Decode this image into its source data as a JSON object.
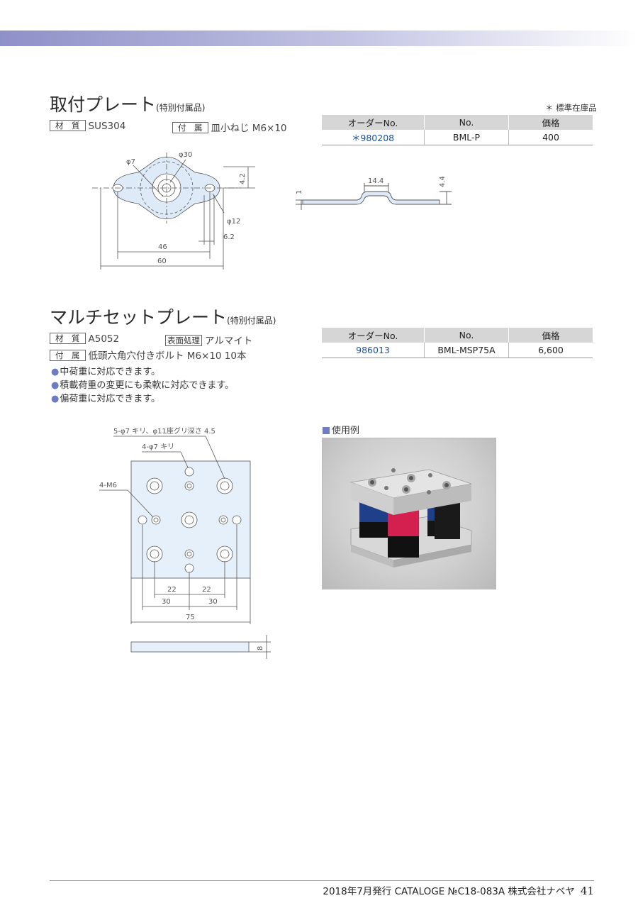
{
  "section1": {
    "title": "取付プレート",
    "title_note": "(特別付属品)",
    "material_label": "材　質",
    "material": "SUS304",
    "accessory_label": "付　属",
    "accessory": "皿小ねじ M6×10",
    "stock_note": "＊ 標準在庫品",
    "table": {
      "headers": [
        "オーダーNo.",
        "No.",
        "価格"
      ],
      "row": {
        "order": "＊980208",
        "no": "BML-P",
        "price": "400"
      }
    },
    "dims": {
      "d7": "φ7",
      "d30": "φ30",
      "d12": "φ12",
      "h42": "4.2",
      "w62": "6.2",
      "w46": "46",
      "w60": "60",
      "w144": "14.4",
      "h44": "4.4",
      "h1": "1"
    }
  },
  "section2": {
    "title": "マルチセットプレート",
    "title_note": "(特別付属品)",
    "material_label": "材　質",
    "material": "A5052",
    "finish_label": "表面処理",
    "finish": "アルマイト",
    "accessory_label": "付　属",
    "accessory": "低頭六角穴付きボルト M6×10 10本",
    "bullets": [
      "中荷重に対応できます。",
      "積載荷重の変更にも柔軟に対応できます。",
      "偏荷重に対応できます。"
    ],
    "table": {
      "headers": [
        "オーダーNo.",
        "No.",
        "価格"
      ],
      "row": {
        "order": "986013",
        "no": "BML-MSP75A",
        "price": "6,600"
      }
    },
    "dims": {
      "holes5": "5-φ7 キリ、φ11座グリ深さ 4.5",
      "holes4": "4-φ7 キリ",
      "m6": "4-M6",
      "d22a": "22",
      "d22b": "22",
      "d30a": "30",
      "d30b": "30",
      "d75": "75",
      "t8": "8"
    },
    "usage_label": "使用例"
  },
  "footer": {
    "text": "2018年7月発行 CATALOGE №C18-083A 株式会社ナベヤ",
    "page": "41"
  },
  "colors": {
    "accent": "#6e7cc6",
    "order_blue": "#1c4f9c",
    "part_fill": "#dfeaf8"
  }
}
